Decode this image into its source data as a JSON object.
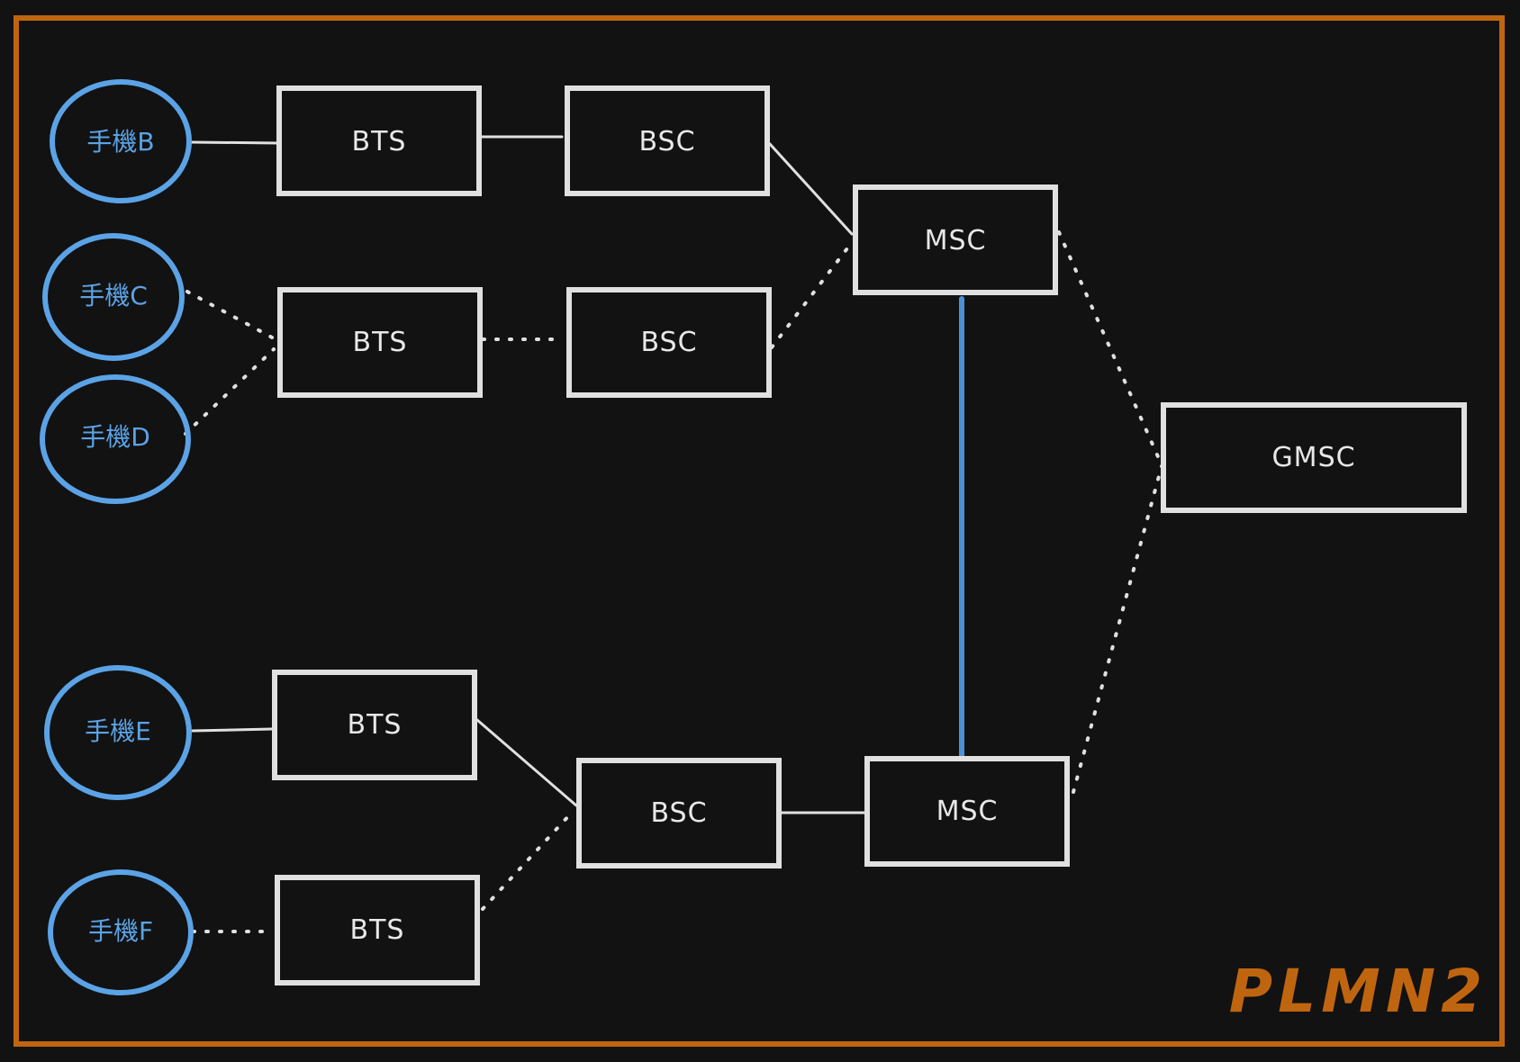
{
  "colors": {
    "background": "#121212",
    "frame": "#c0650f",
    "box_stroke": "#e0e0e0",
    "phone_stroke": "#5ba3e6",
    "link": "#e0e0e0",
    "msc_link": "#4a90d9"
  },
  "region": {
    "label": "PLMN2"
  },
  "phones": [
    {
      "id": "phoneB",
      "label": "手機B"
    },
    {
      "id": "phoneC",
      "label": "手機C"
    },
    {
      "id": "phoneD",
      "label": "手機D"
    },
    {
      "id": "phoneE",
      "label": "手機E"
    },
    {
      "id": "phoneF",
      "label": "手機F"
    }
  ],
  "nodes": [
    {
      "id": "bts1",
      "label": "BTS"
    },
    {
      "id": "bsc1",
      "label": "BSC"
    },
    {
      "id": "bts2",
      "label": "BTS"
    },
    {
      "id": "bsc2",
      "label": "BSC"
    },
    {
      "id": "msc1",
      "label": "MSC"
    },
    {
      "id": "gmsc",
      "label": "GMSC"
    },
    {
      "id": "bts3",
      "label": "BTS"
    },
    {
      "id": "bts4",
      "label": "BTS"
    },
    {
      "id": "bsc3",
      "label": "BSC"
    },
    {
      "id": "msc2",
      "label": "MSC"
    }
  ],
  "links": [
    {
      "from": "phoneB",
      "to": "bts1",
      "style": "solid"
    },
    {
      "from": "bts1",
      "to": "bsc1",
      "style": "solid"
    },
    {
      "from": "bsc1",
      "to": "msc1",
      "style": "solid"
    },
    {
      "from": "phoneC",
      "to": "bts2",
      "style": "dotted"
    },
    {
      "from": "phoneD",
      "to": "bts2",
      "style": "dotted"
    },
    {
      "from": "bts2",
      "to": "bsc2",
      "style": "dotted"
    },
    {
      "from": "bsc2",
      "to": "msc1",
      "style": "dotted"
    },
    {
      "from": "msc1",
      "to": "gmsc",
      "style": "dotted"
    },
    {
      "from": "msc1",
      "to": "msc2",
      "style": "solid-blue"
    },
    {
      "from": "phoneE",
      "to": "bts3",
      "style": "solid"
    },
    {
      "from": "bts3",
      "to": "bsc3",
      "style": "solid"
    },
    {
      "from": "phoneF",
      "to": "bts4",
      "style": "dotted"
    },
    {
      "from": "bts4",
      "to": "bsc3",
      "style": "dotted"
    },
    {
      "from": "bsc3",
      "to": "msc2",
      "style": "solid"
    },
    {
      "from": "msc2",
      "to": "gmsc",
      "style": "dotted"
    }
  ]
}
